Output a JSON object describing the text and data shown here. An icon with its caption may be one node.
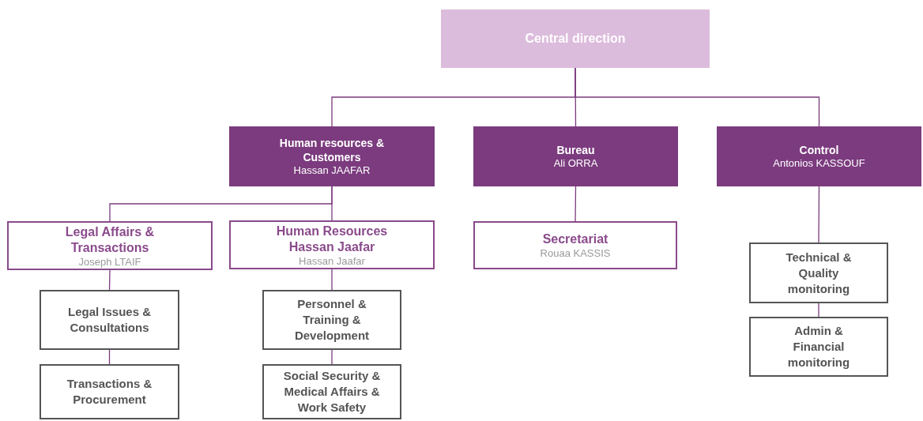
{
  "diagram": {
    "nodes": [
      {
        "text": [
          "Central direction"
        ]
      },
      {
        "text": [
          "Human resources & Customers",
          "Hassan JAAFAR"
        ]
      },
      {
        "text": [
          "Bureau",
          "Ali ORRA"
        ]
      },
      {
        "text": [
          "Control",
          "Antonios KASSOUF"
        ]
      },
      {
        "text": [
          "Legal Affairs & Transactions",
          "Joseph LTAIF"
        ]
      },
      {
        "text": [
          "Human Resources Hassan Jaafar",
          "Hassan Jaafar"
        ]
      },
      {
        "text": [
          "Secretariat",
          "Rouaa KASSIS"
        ]
      },
      {
        "text": [
          "Legal Issues & Consultations"
        ]
      },
      {
        "text": [
          "Transactions & Procurement"
        ]
      },
      {
        "text": [
          "Personnel & Training & Development"
        ]
      },
      {
        "text": [
          "Social Security & Medical Affairs & Work Safety"
        ]
      },
      {
        "text": [
          "Technical & Quality monitoring"
        ]
      },
      {
        "text": [
          "Admin & Financial monitoring"
        ]
      }
    ],
    "edges": [
      {
        "from": 0,
        "to": 1,
        "arrow": "none"
      },
      {
        "from": 0,
        "to": 2,
        "arrow": "none"
      },
      {
        "from": 0,
        "to": 3,
        "arrow": "none"
      },
      {
        "from": 1,
        "to": 4,
        "arrow": "none"
      },
      {
        "from": 1,
        "to": 5,
        "arrow": "none"
      },
      {
        "from": 2,
        "to": 6,
        "arrow": "none"
      },
      {
        "from": 3,
        "to": 11,
        "arrow": "none"
      },
      {
        "from": 4,
        "to": 7,
        "arrow": "none"
      },
      {
        "from": 7,
        "to": 8,
        "arrow": "none"
      },
      {
        "from": 5,
        "to": 9,
        "arrow": "none"
      },
      {
        "from": 9,
        "to": 10,
        "arrow": "none"
      },
      {
        "from": 11,
        "to": 12,
        "arrow": "none"
      }
    ]
  }
}
